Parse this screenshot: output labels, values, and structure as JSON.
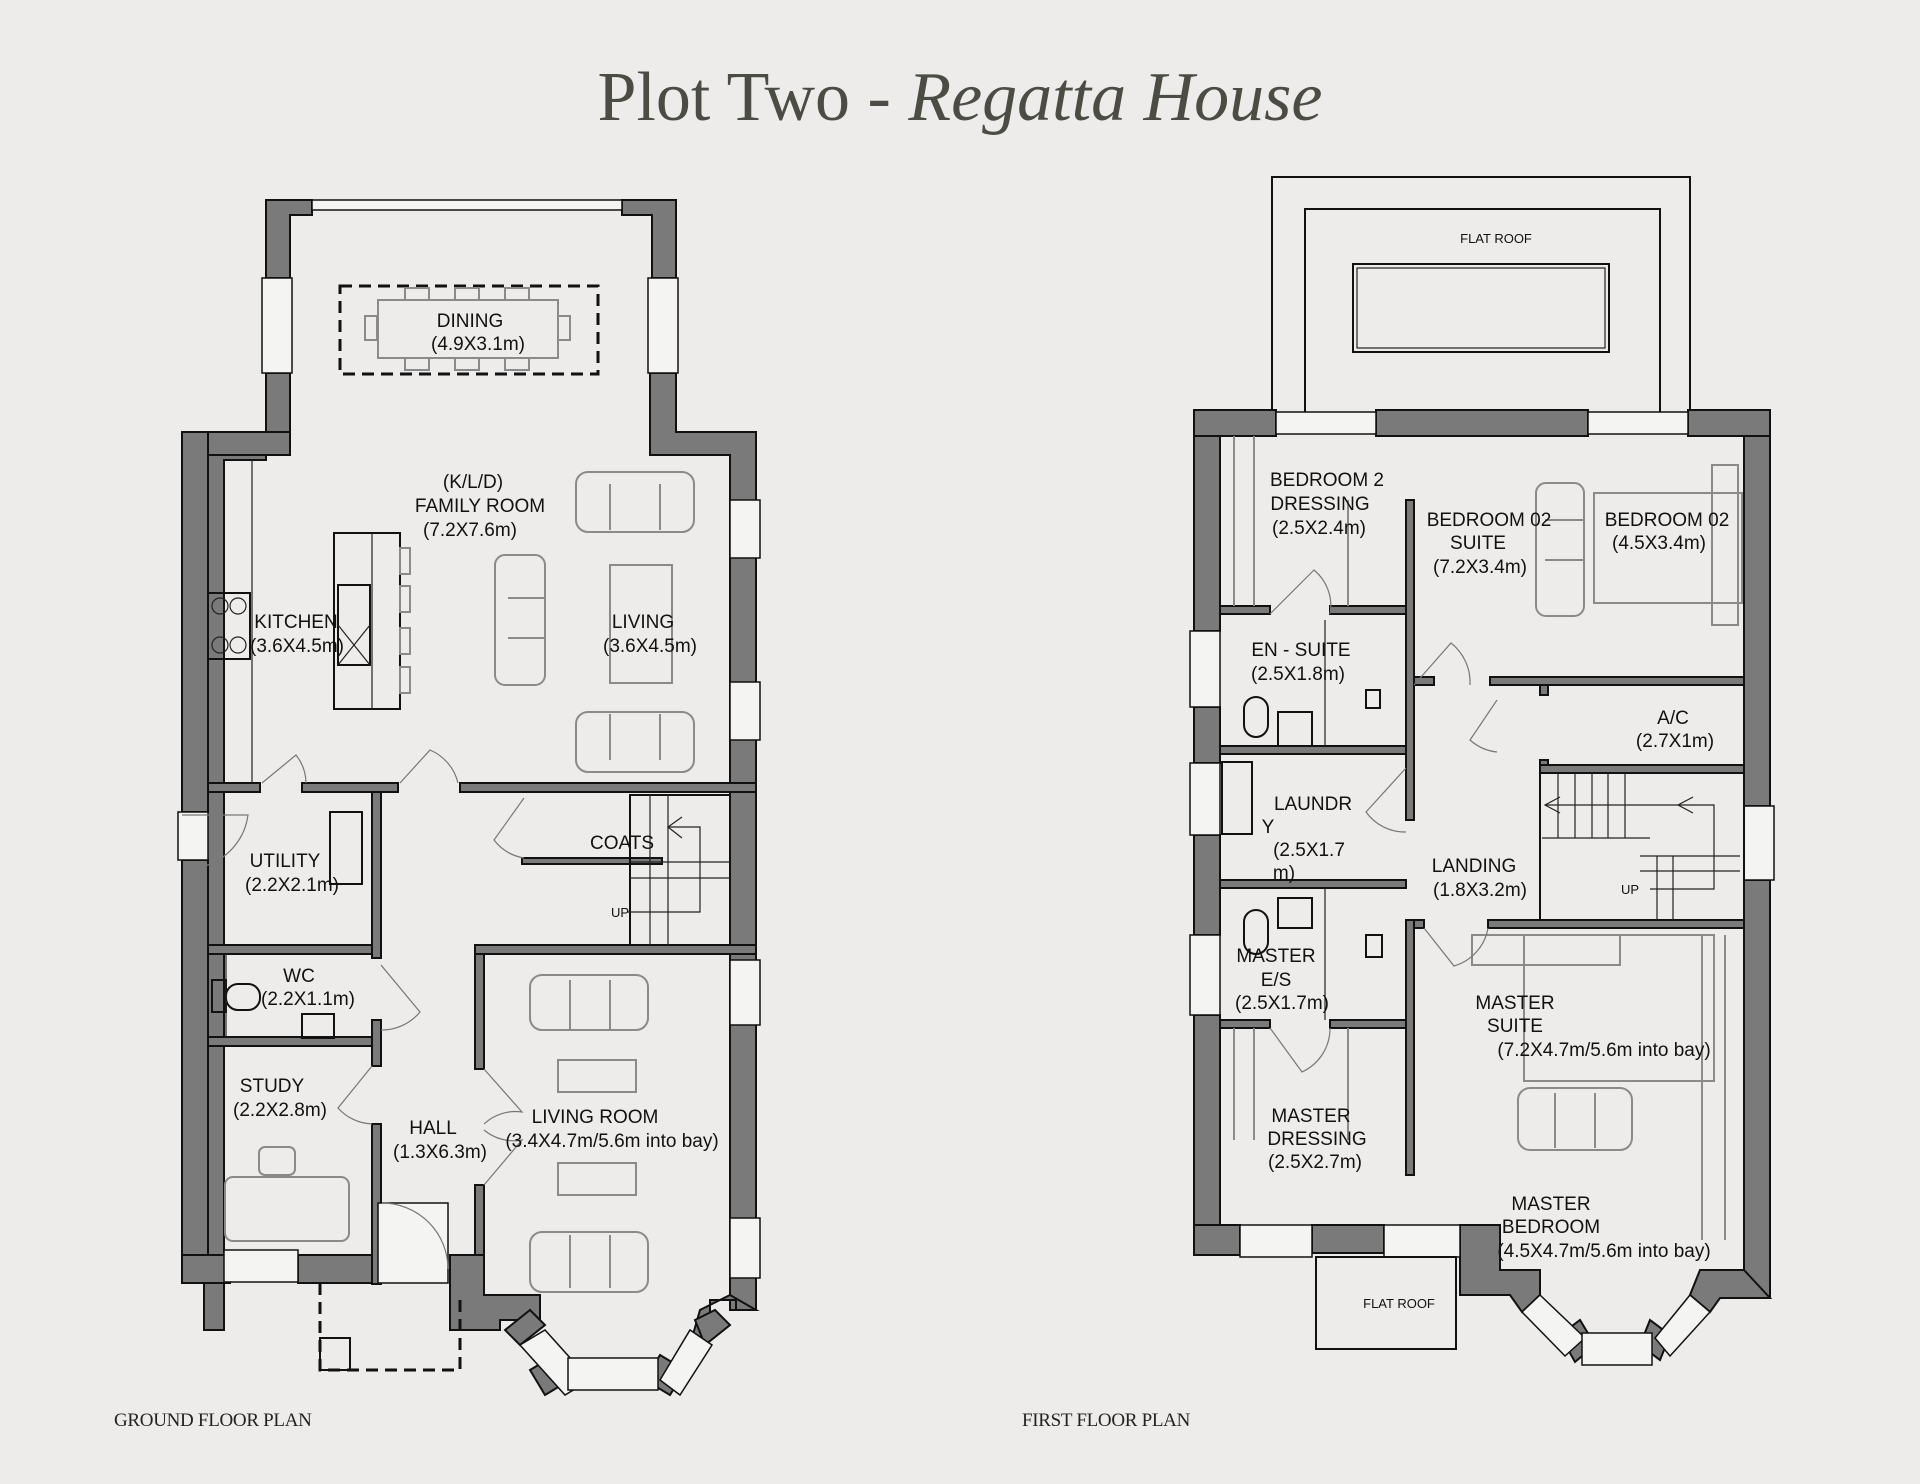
{
  "title": {
    "plain": "Plot Two - ",
    "italic": "Regatta House"
  },
  "ground_floor": {
    "caption": "GROUND FLOOR PLAN",
    "rooms": [
      {
        "name": "DINING",
        "size": "(4.9X3.1m)"
      },
      {
        "name_lines": [
          "(K/L/D)",
          "FAMILY ROOM"
        ],
        "size": "(7.2X7.6m)"
      },
      {
        "name": "KITCHEN",
        "size": "(3.6X4.5m)"
      },
      {
        "name": "LIVING",
        "size": "(3.6X4.5m)"
      },
      {
        "name": "UTILITY",
        "size": "(2.2X2.1m)"
      },
      {
        "name": "COATS"
      },
      {
        "name": "WC",
        "size": "(2.2X1.1m)"
      },
      {
        "name": "STUDY",
        "size": "(2.2X2.8m)"
      },
      {
        "name": "HALL",
        "size": "(1.3X6.3m)"
      },
      {
        "name": "LIVING ROOM",
        "size": "(3.4X4.7m/5.6m into bay)"
      }
    ],
    "stair_label": "UP"
  },
  "first_floor": {
    "caption": "FIRST FLOOR PLAN",
    "rooms": [
      {
        "name": "FLAT ROOF"
      },
      {
        "name_lines": [
          "BEDROOM 2",
          "DRESSING"
        ],
        "size": "(2.5X2.4m)"
      },
      {
        "name_lines": [
          "BEDROOM 02",
          "SUITE"
        ],
        "size": "(7.2X3.4m)"
      },
      {
        "name": "BEDROOM 02",
        "size": "(4.5X3.4m)"
      },
      {
        "name": "EN - SUITE",
        "size": "(2.5X1.8m)"
      },
      {
        "name": "A/C",
        "size": "(2.7X1m)"
      },
      {
        "name_lines": [
          "LAUNDR",
          "Y"
        ],
        "size_lines": [
          "(2.5X1.7",
          "m)"
        ]
      },
      {
        "name": "LANDING",
        "size": "(1.8X3.2m)"
      },
      {
        "name_lines": [
          "MASTER",
          "E/S"
        ],
        "size": "(2.5X1.7m)"
      },
      {
        "name_lines": [
          "MASTER",
          "SUITE"
        ],
        "size": "(7.2X4.7m/5.6m into bay)"
      },
      {
        "name_lines": [
          "MASTER",
          "DRESSING"
        ],
        "size": "(2.5X2.7m)"
      },
      {
        "name_lines": [
          "MASTER",
          "BEDROOM"
        ],
        "size": "(4.5X4.7m/5.6m into bay)"
      },
      {
        "name": "FLAT ROOF"
      }
    ],
    "stair_label": "UP"
  }
}
